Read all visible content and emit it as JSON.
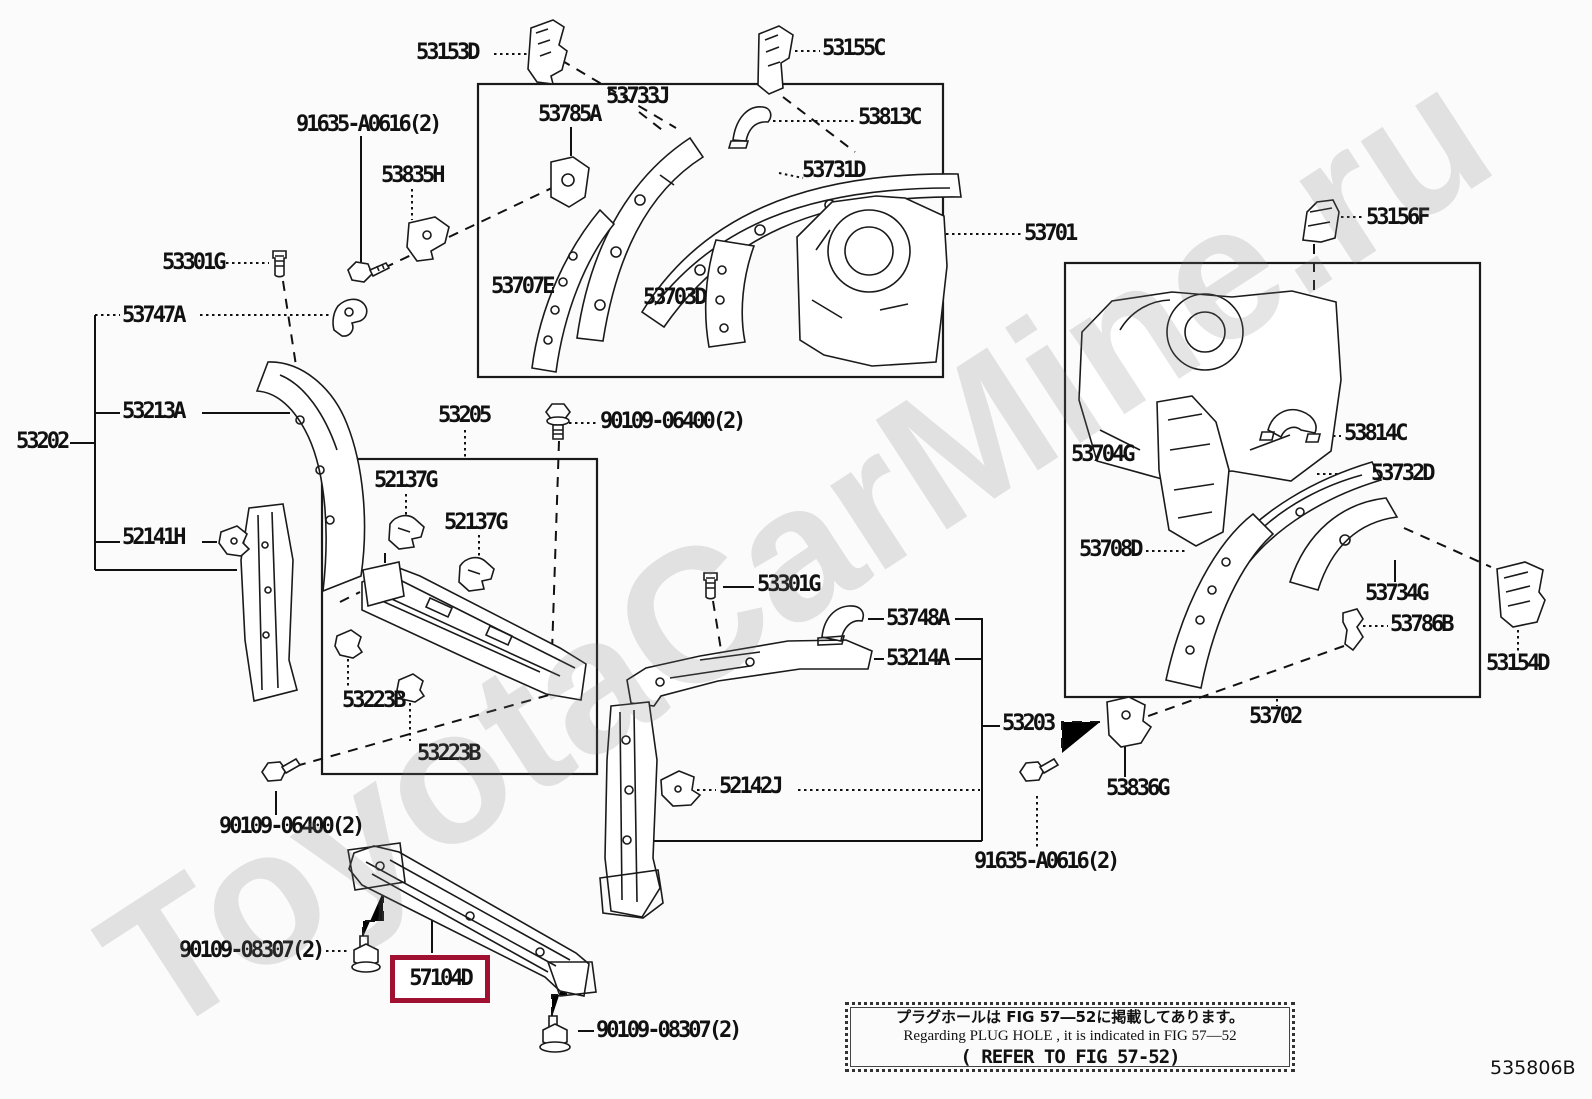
{
  "watermark": "ToyotaCarMine.ru",
  "drawing_code": "535806B",
  "highlight": {
    "part": "57104D",
    "color": "#a01030"
  },
  "note": {
    "line1_jp": "プラグホールは FIG 57―52に掲載してあります。",
    "line2_en": "Regarding PLUG HOLE , it is indicated in FIG 57―52",
    "line3_en": "( REFER TO FIG 57-52)"
  },
  "labels": {
    "l53153d": "53153D",
    "l53155c": "53155C",
    "l91635a": "91635-A0616(2)",
    "l53835h": "53835H",
    "l53733j": "53733J",
    "l53785a": "53785A",
    "l53813c": "53813C",
    "l53731d": "53731D",
    "l53701": "53701",
    "l53156f": "53156F",
    "l53707e": "53707E",
    "l53703d": "53703D",
    "l53301g_a": "53301G",
    "l53747a": "53747A",
    "l53213a": "53213A",
    "l53202": "53202",
    "l52141h": "52141H",
    "l53205": "53205",
    "l90109_06400_a": "90109-06400(2)",
    "l52137g_a": "52137G",
    "l52137g_b": "52137G",
    "l53223b_a": "53223B",
    "l53223b_b": "53223B",
    "l53301g_b": "53301G",
    "l53748a": "53748A",
    "l53214a": "53214A",
    "l53203": "53203",
    "l52142j": "52142J",
    "l53704g": "53704G",
    "l53814c": "53814C",
    "l53732d": "53732D",
    "l53708d": "53708D",
    "l53734g": "53734G",
    "l53786b": "53786B",
    "l53154d": "53154D",
    "l53702": "53702",
    "l53836g": "53836G",
    "l91635b": "91635-A0616(2)",
    "l90109_06400_b": "90109-06400(2)",
    "l90109_08307_a": "90109-08307(2)",
    "l57104d": "57104D",
    "l90109_08307_b": "90109-08307(2)"
  }
}
